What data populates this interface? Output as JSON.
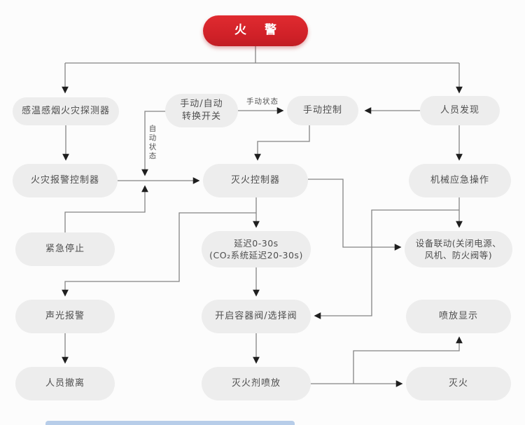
{
  "flowchart": {
    "colors": {
      "alarm_node": "#cf2027",
      "node_bg": "#ededed",
      "node_text": "#4e4e4e",
      "line": "#848484",
      "arrow": "#1f1f1f",
      "bottom_strip": "#b7cde9"
    },
    "nodes": {
      "alarm": {
        "label": "火 警"
      },
      "detector": {
        "label": "感温感烟火灾探测器"
      },
      "switch": {
        "label": "手动/自动\n转换开关"
      },
      "manual": {
        "label": "手动控制"
      },
      "person": {
        "label": "人员发现"
      },
      "alarm_ctrl": {
        "label": "火灾报警控制器"
      },
      "ext_ctrl": {
        "label": "灭火控制器"
      },
      "mech": {
        "label": "机械应急操作"
      },
      "estop": {
        "label": "紧急停止"
      },
      "delay": {
        "label": "延迟0-30s\n(CO₂系统延迟20-30s)"
      },
      "linkage": {
        "label": "设备联动(关闭电源、\n风机、防火阀等)"
      },
      "sound": {
        "label": "声光报警"
      },
      "valve": {
        "label": "开启容器阀/选择阀"
      },
      "display": {
        "label": "喷放显示"
      },
      "evacuate": {
        "label": "人员撤离"
      },
      "discharge": {
        "label": "灭火剂喷放"
      },
      "extinguished": {
        "label": "灭火"
      }
    },
    "edge_labels": {
      "manual_state": "手动状态",
      "auto_state": "自\n动\n状\n态"
    }
  }
}
